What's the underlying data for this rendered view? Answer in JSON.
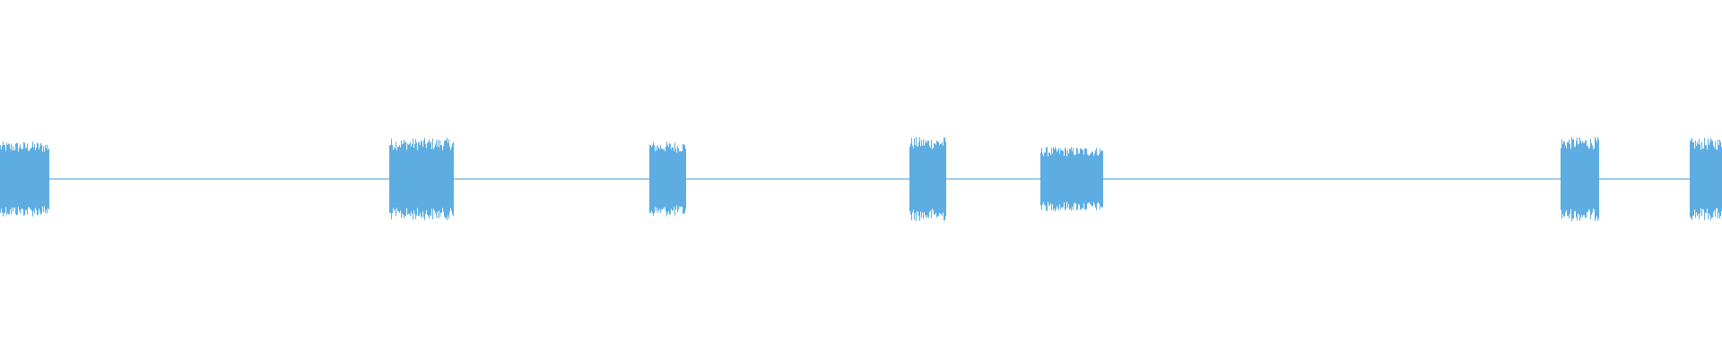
{
  "waveform": {
    "color": "#5DADE2",
    "background": "#ffffff",
    "bursts": [
      {
        "start": 0.0,
        "end": 0.028,
        "amplitude": 0.105
      },
      {
        "start": 0.226,
        "end": 0.263,
        "amplitude": 0.115
      },
      {
        "start": 0.377,
        "end": 0.398,
        "amplitude": 0.105
      },
      {
        "start": 0.528,
        "end": 0.549,
        "amplitude": 0.118
      },
      {
        "start": 0.604,
        "end": 0.64,
        "amplitude": 0.09
      },
      {
        "start": 0.906,
        "end": 0.928,
        "amplitude": 0.118
      },
      {
        "start": 0.981,
        "end": 1.0,
        "amplitude": 0.115
      }
    ]
  }
}
